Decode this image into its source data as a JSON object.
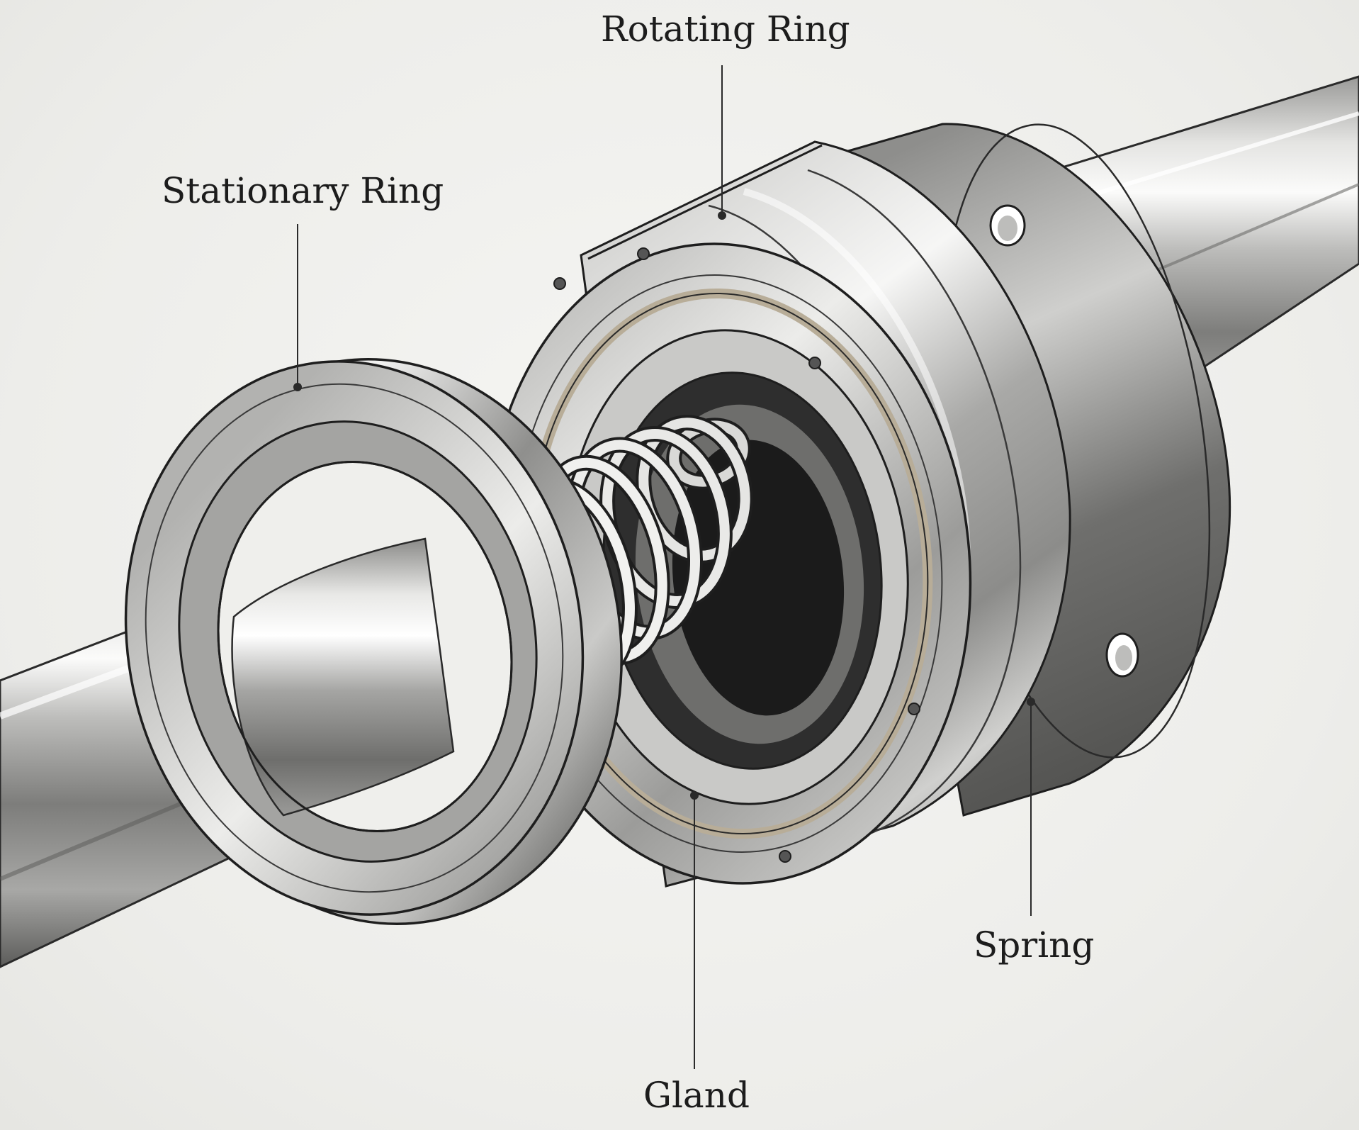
{
  "diagram": {
    "subject": "mechanical seal assembly on shaft",
    "labels": {
      "rotating_ring": "Rotating Ring",
      "stationary_ring": "Stationary Ring",
      "spring": "Spring",
      "gland": "Gland"
    }
  }
}
